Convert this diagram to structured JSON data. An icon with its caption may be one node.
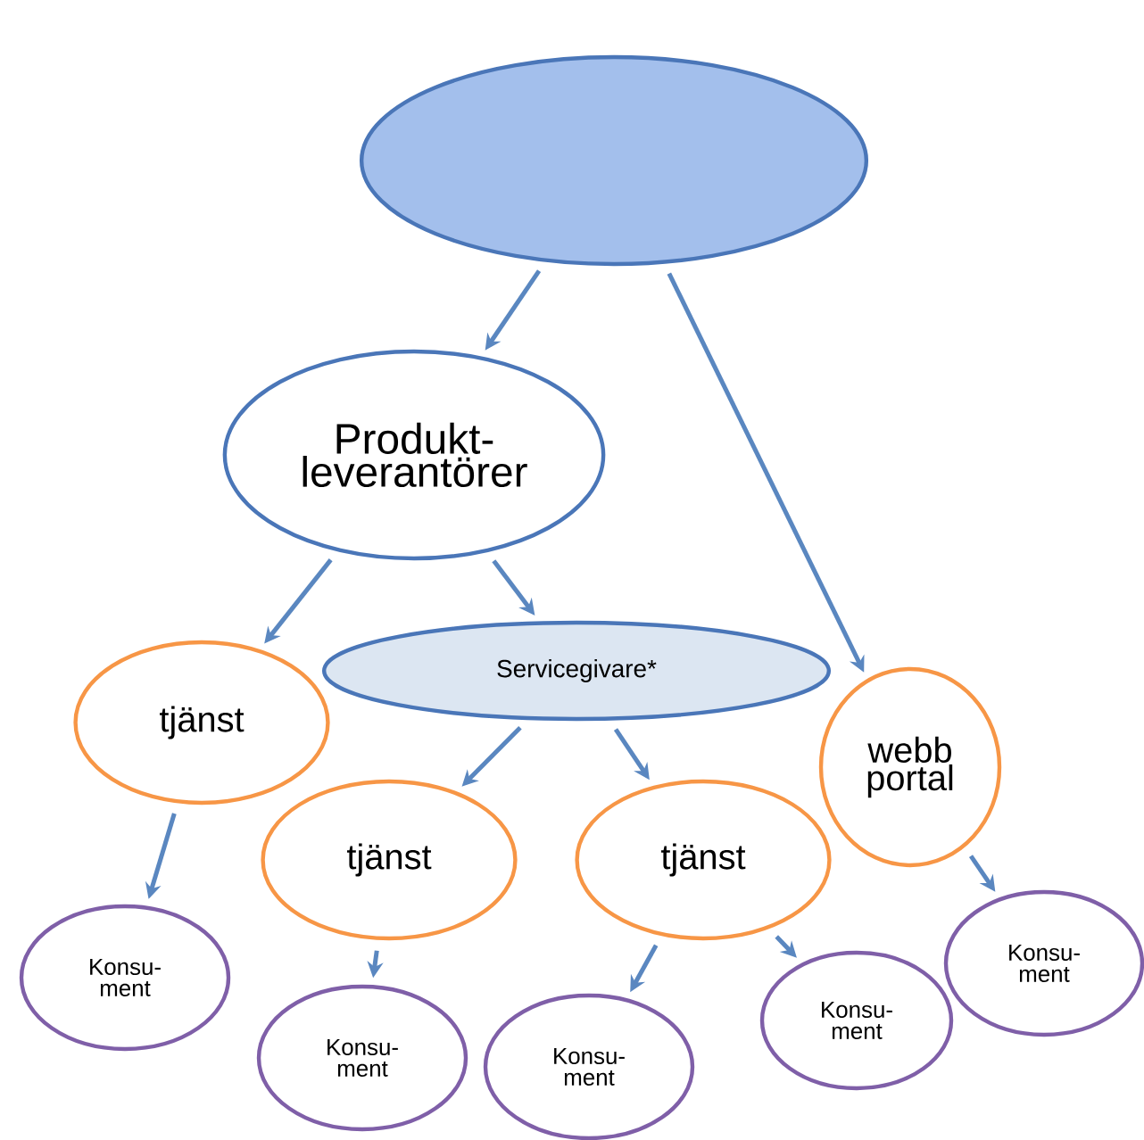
{
  "diagram": {
    "nodes": [
      {
        "text": [],
        "shape": "ellipse"
      },
      {
        "text": [
          "Produkt- leverantörer"
        ]
      },
      {
        "text": [
          "Servicegivare*"
        ]
      },
      {
        "text": [
          "tjänst"
        ]
      },
      {
        "text": [
          "tjänst"
        ]
      },
      {
        "text": [
          "tjänst"
        ]
      },
      {
        "text": [
          "webb portal"
        ]
      },
      {
        "text": [
          "Konsu- ment"
        ]
      },
      {
        "text": [
          "Konsu- ment"
        ]
      },
      {
        "text": [
          "Konsu- ment"
        ]
      },
      {
        "text": [
          "Konsu- ment"
        ]
      },
      {
        "text": [
          "Konsu- ment"
        ]
      }
    ],
    "edges": [
      {
        "from": 0,
        "to": 1,
        "arrow": "to"
      },
      {
        "from": 0,
        "to": 6,
        "arrow": "to"
      },
      {
        "from": 1,
        "to": 3,
        "arrow": "to"
      },
      {
        "from": 1,
        "to": 2,
        "arrow": "to"
      },
      {
        "from": 2,
        "to": 4,
        "arrow": "to"
      },
      {
        "from": 2,
        "to": 5,
        "arrow": "to"
      },
      {
        "from": 3,
        "to": 7,
        "arrow": "to"
      },
      {
        "from": 4,
        "to": 8,
        "arrow": "to"
      },
      {
        "from": 5,
        "to": 9,
        "arrow": "to"
      },
      {
        "from": 5,
        "to": 10,
        "arrow": "to"
      },
      {
        "from": 6,
        "to": 11,
        "arrow": "to"
      }
    ]
  }
}
